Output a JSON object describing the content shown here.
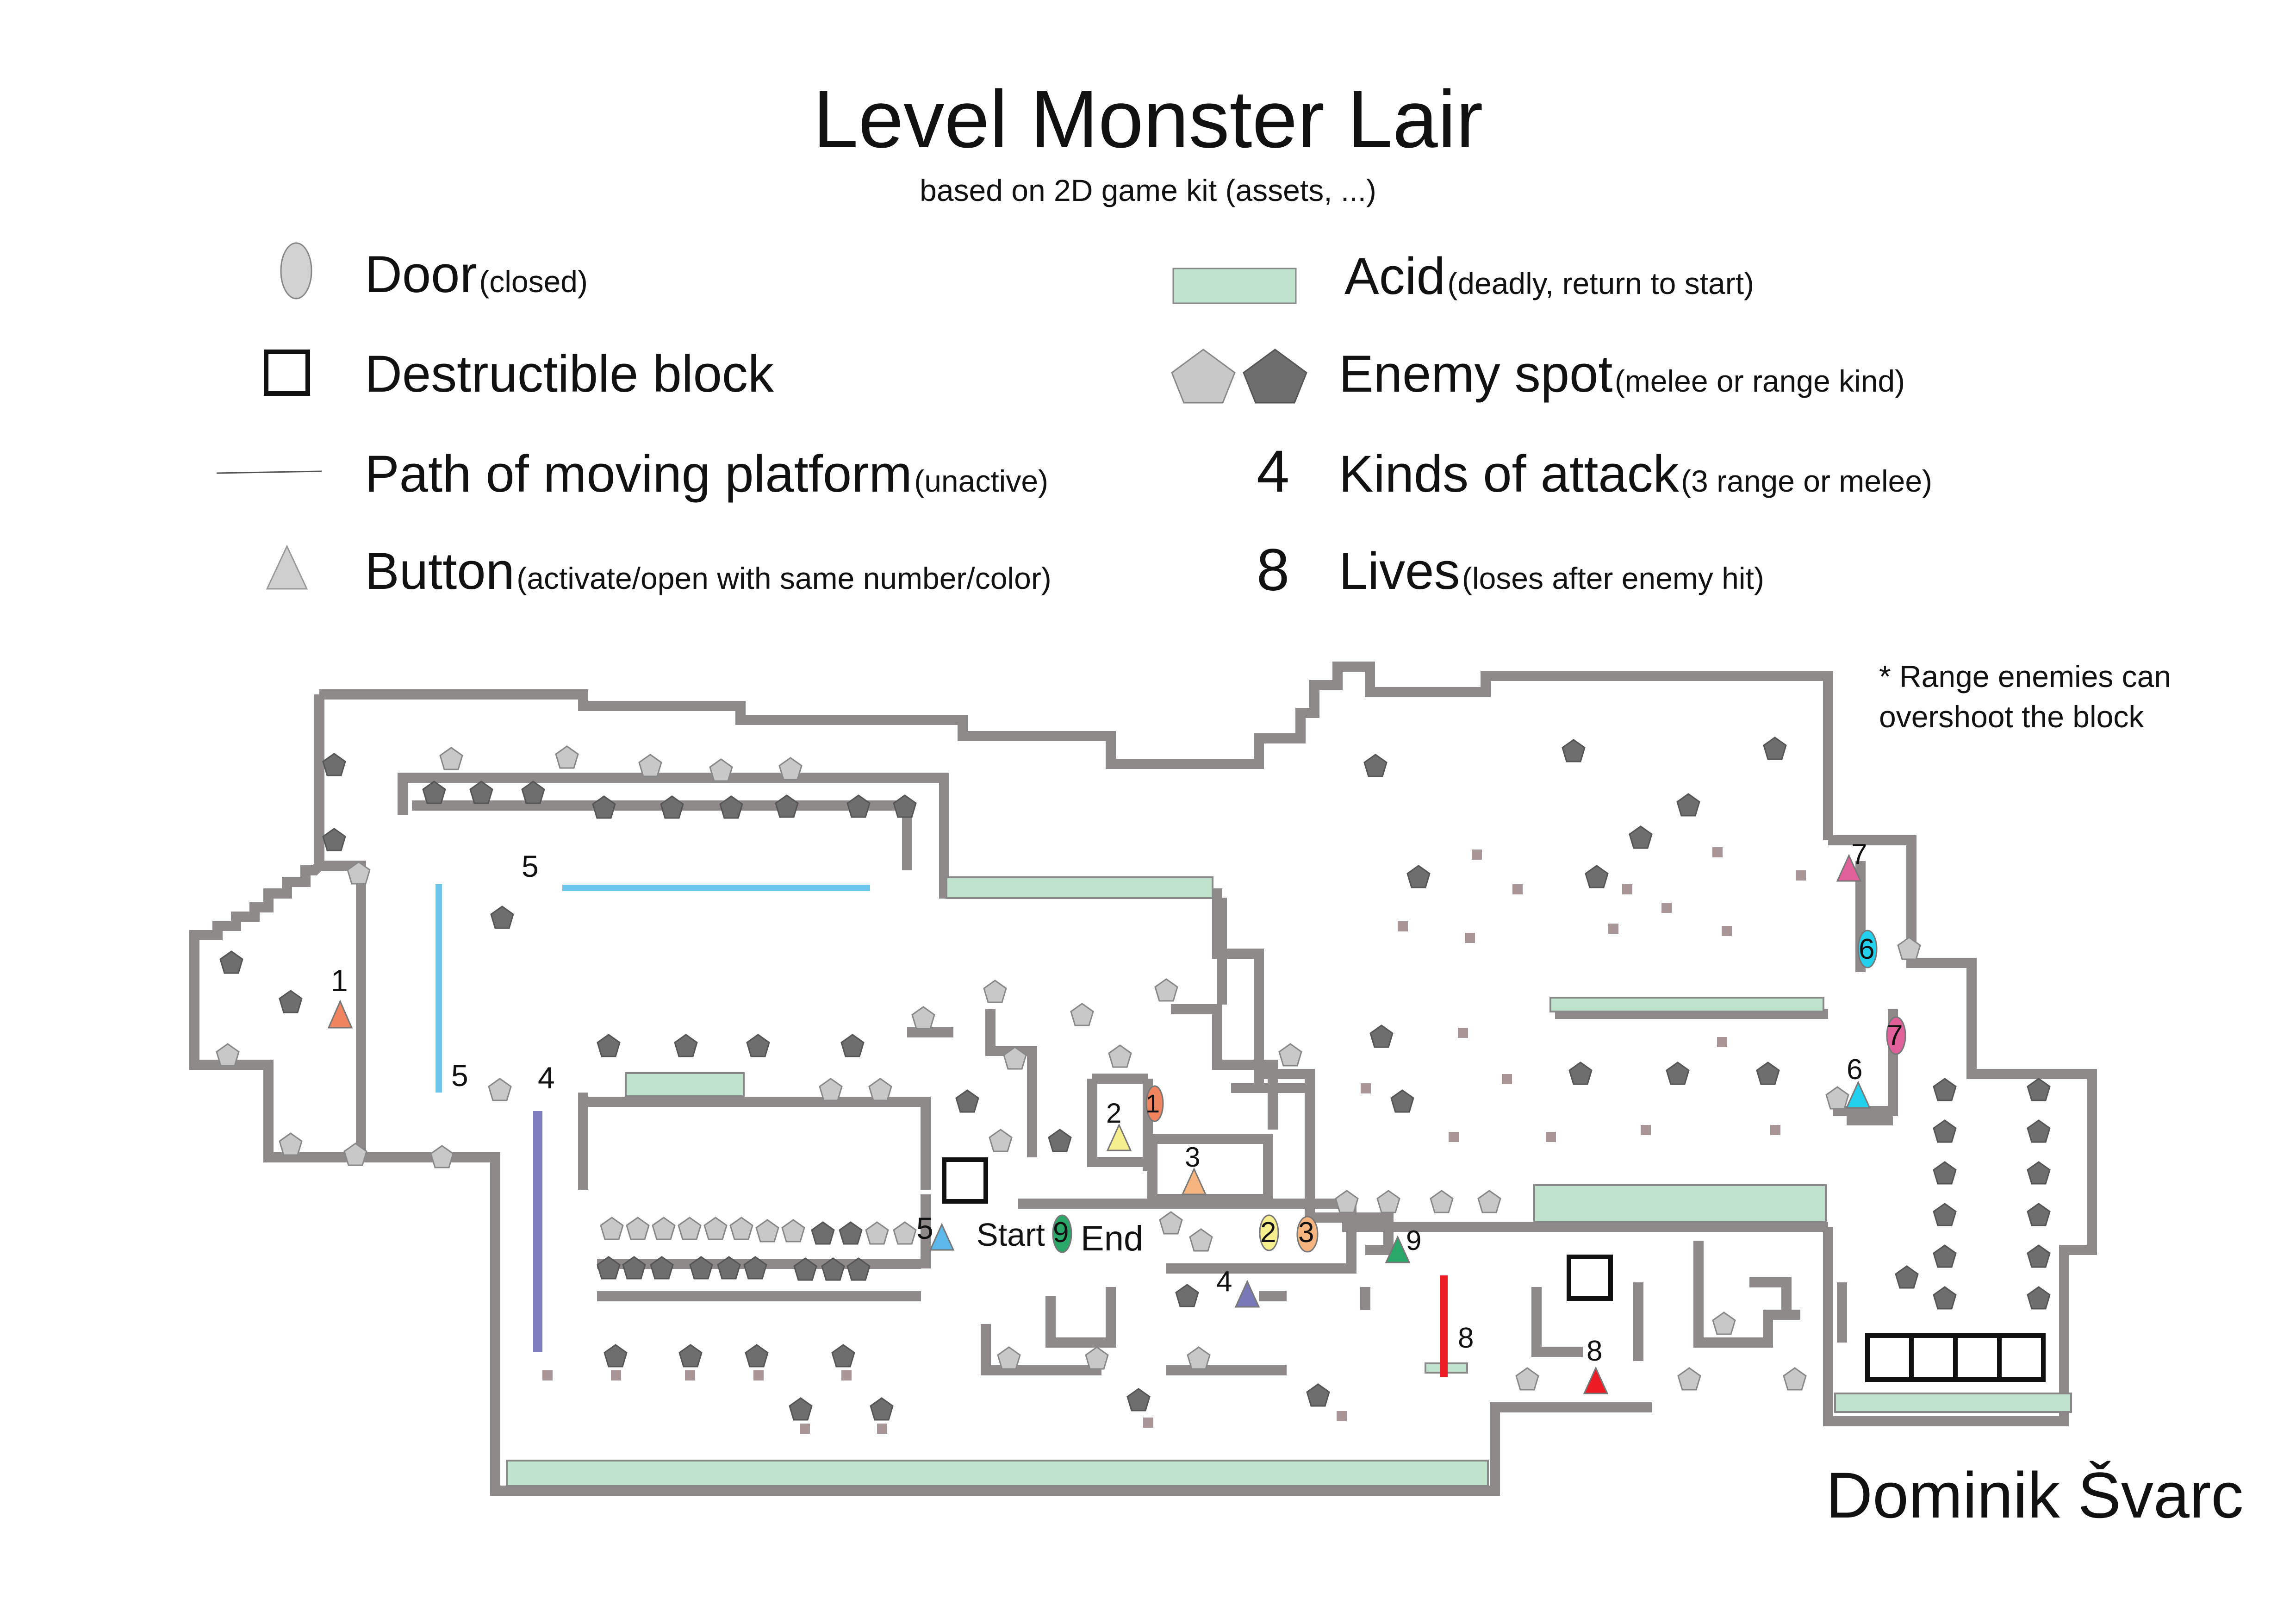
{
  "header": {
    "title": "Level Monster Lair",
    "subtitle": "based on 2D game kit (assets, ...)"
  },
  "legend": [
    {
      "id": "door",
      "label": "Door",
      "note": "(closed)"
    },
    {
      "id": "block",
      "label": "Destructible block",
      "note": ""
    },
    {
      "id": "path",
      "label": "Path of moving platform",
      "note": "(unactive)"
    },
    {
      "id": "button",
      "label": "Button",
      "note": "(activate/open with same number/color)"
    },
    {
      "id": "acid",
      "label": "Acid",
      "note": "(deadly, return to start)"
    },
    {
      "id": "enemy",
      "label": "Enemy spot",
      "note": "(melee or range kind)"
    },
    {
      "id": "attack",
      "symbol": "4",
      "label": "Kinds of attack",
      "note": "(3 range or melee)"
    },
    {
      "id": "lives",
      "symbol": "8",
      "label": "Lives",
      "note": "(loses after enemy hit)"
    }
  ],
  "note": "* Range enemies can\novershoot the block",
  "map": {
    "start_label": "Start",
    "end_label": "End",
    "colors": {
      "wall": "#8e8a8a",
      "wall_light": "#b8a8a8",
      "acid": "#bfe3cc",
      "enemy_melee": "#c8c8c8",
      "enemy_range": "#6e6e6e",
      "path_blue": "#6cc6ec",
      "path_purple": "#7f7fbf",
      "path_red": "#ee1c24",
      "c1": "#f0845e",
      "c2": "#f7ee8e",
      "c3": "#f6b57e",
      "c4": "#7a79b8",
      "c5": "#5bb8e8",
      "c6": "#22d1ee",
      "c7": "#e0609a",
      "c8": "#ed1c24",
      "c9": "#2aa86a"
    },
    "numbers": {
      "n1": "1",
      "n2": "2",
      "n3": "3",
      "n4": "4",
      "n5": "5",
      "n6": "6",
      "n7": "7",
      "n8": "8",
      "n9": "9"
    }
  },
  "author": "Dominik Švarc"
}
